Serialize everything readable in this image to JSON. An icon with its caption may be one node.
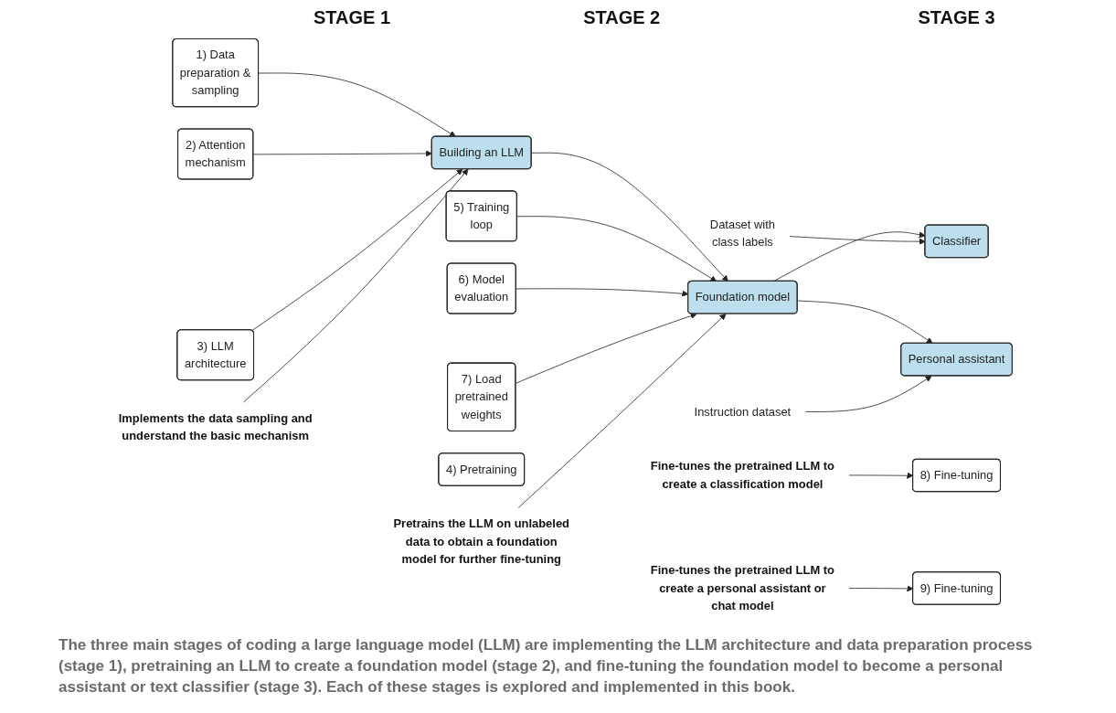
{
  "diagram": {
    "caption": "The three main stages of coding a large language model (LLM) are implementing the LLM architecture and data preparation process (stage 1), pretraining an LLM to create a foundation model (stage 2), and fine-tuning the foundation model to become a personal assistant or text classifier (stage 3). Each of these stages is explored and implemented in this book.",
    "nodes": [
      {
        "text": [
          "Fine-tunes the pretrained LLM to create a classification model"
        ]
      },
      {
        "text": [
          "1) Data preparation & sampling"
        ]
      },
      {
        "text": [
          "2) Attention mechanism"
        ]
      },
      {
        "text": [
          "3) LLM architecture"
        ]
      },
      {
        "text": [
          "5) Training loop"
        ]
      },
      {
        "text": [
          "6) Model evaluation"
        ]
      },
      {
        "text": [
          "7) Load pretrained weights"
        ]
      },
      {
        "text": [
          "Dataset with class labels"
        ]
      },
      {
        "text": [
          "8) Fine-tuning"
        ]
      },
      {
        "text": [
          "Classifier"
        ]
      },
      {
        "text": [
          "4) Pretraining"
        ]
      },
      {
        "text": [
          "Building an LLM"
        ]
      },
      {
        "text": [
          "Foundation model"
        ]
      },
      {
        "text": [
          "Personal assistant"
        ]
      },
      {
        "text": [
          "9) Fine-tuning"
        ]
      },
      {
        "text": [
          "Instruction dataset"
        ]
      },
      {
        "text": [
          "Implements the data sampling and understand the basic mechanism"
        ]
      },
      {
        "text": [
          "Pretrains the LLM on unlabeled data to obtain a foundation model for further fine-tuning"
        ]
      },
      {
        "text": [
          "Fine-tunes the pretrained LLM to create a personal assistant or chat model"
        ]
      }
    ],
    "edges": [
      {
        "from": 1,
        "to": 11,
        "arrow": "to"
      },
      {
        "from": 2,
        "to": 11,
        "arrow": "to"
      },
      {
        "from": 3,
        "to": 11,
        "arrow": "to"
      },
      {
        "from": 11,
        "to": 12,
        "arrow": "to"
      },
      {
        "from": 4,
        "to": 12,
        "arrow": "to"
      },
      {
        "from": 5,
        "to": 12,
        "arrow": "to"
      },
      {
        "from": 6,
        "to": 12,
        "arrow": "to"
      },
      {
        "from": 12,
        "to": 9,
        "arrow": "to"
      },
      {
        "from": 12,
        "to": 13,
        "arrow": "to"
      },
      {
        "from": 7,
        "to": 9,
        "arrow": "to"
      },
      {
        "from": 15,
        "to": 13,
        "arrow": "to"
      },
      {
        "from": 0,
        "to": 8,
        "arrow": "to"
      },
      {
        "from": 16,
        "to": 11,
        "arrow": "to"
      },
      {
        "from": 17,
        "to": 12,
        "arrow": "to"
      },
      {
        "from": 18,
        "to": 14,
        "arrow": "to"
      }
    ],
    "labels": [
      "STAGE 1",
      "STAGE 2",
      "STAGE 3"
    ]
  }
}
